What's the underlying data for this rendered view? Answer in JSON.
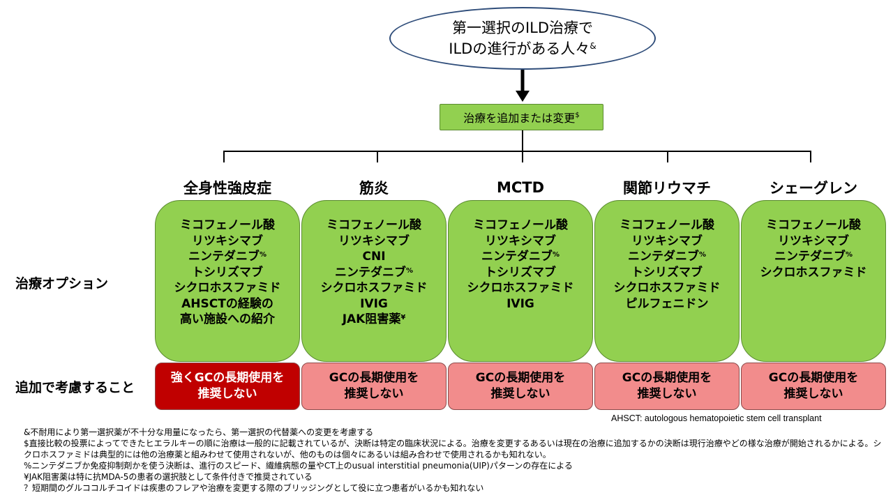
{
  "top_node": {
    "line1": "第一選択のILD治療で",
    "line2": "ILDの進行がある人々",
    "line2_sup": "&"
  },
  "change_node": {
    "label": "治療を追加または変更",
    "sup": "$"
  },
  "row_labels": {
    "options": "治療オプション",
    "consider": "追加で考慮すること"
  },
  "columns": [
    {
      "disease": "全身性強皮症",
      "options": [
        {
          "text": "ミコフェノール酸",
          "sup": ""
        },
        {
          "text": "リツキシマブ",
          "sup": ""
        },
        {
          "text": "ニンテダニブ",
          "sup": "%"
        },
        {
          "text": "トシリズマブ",
          "sup": ""
        },
        {
          "text": "シクロホスファミド",
          "sup": ""
        },
        {
          "text": "AHSCTの経験の",
          "sup": ""
        },
        {
          "text": "高い施設への紹介",
          "sup": ""
        }
      ],
      "consider": [
        "強くGCの長期使用を",
        "推奨しない"
      ],
      "consider_strong": true
    },
    {
      "disease": "筋炎",
      "options": [
        {
          "text": "ミコフェノール酸",
          "sup": ""
        },
        {
          "text": "リツキシマブ",
          "sup": ""
        },
        {
          "text": "CNI",
          "sup": ""
        },
        {
          "text": "ニンテダニブ",
          "sup": "%"
        },
        {
          "text": "シクロホスファミド",
          "sup": ""
        },
        {
          "text": "IVIG",
          "sup": ""
        },
        {
          "text": "JAK阻害薬",
          "sup": "¥"
        }
      ],
      "consider": [
        "GCの長期使用を",
        "推奨しない"
      ],
      "consider_strong": false
    },
    {
      "disease": "MCTD",
      "options": [
        {
          "text": "ミコフェノール酸",
          "sup": ""
        },
        {
          "text": "リツキシマブ",
          "sup": ""
        },
        {
          "text": "ニンテダニブ",
          "sup": "%"
        },
        {
          "text": "トシリズマブ",
          "sup": ""
        },
        {
          "text": "シクロホスファミド",
          "sup": ""
        },
        {
          "text": "IVIG",
          "sup": ""
        }
      ],
      "consider": [
        "GCの長期使用を",
        "推奨しない"
      ],
      "consider_strong": false
    },
    {
      "disease": "関節リウマチ",
      "options": [
        {
          "text": "ミコフェノール酸",
          "sup": ""
        },
        {
          "text": "リツキシマブ",
          "sup": ""
        },
        {
          "text": "ニンテダニブ",
          "sup": "%"
        },
        {
          "text": "トシリズマブ",
          "sup": ""
        },
        {
          "text": "シクロホスファミド",
          "sup": ""
        },
        {
          "text": "ピルフェニドン",
          "sup": ""
        }
      ],
      "consider": [
        "GCの長期使用を",
        "推奨しない"
      ],
      "consider_strong": false
    },
    {
      "disease": "シェーグレン",
      "options": [
        {
          "text": "ミコフェノール酸",
          "sup": ""
        },
        {
          "text": "リツキシマブ",
          "sup": ""
        },
        {
          "text": "ニンテダニブ",
          "sup": "%"
        },
        {
          "text": "シクロホスファミド",
          "sup": ""
        }
      ],
      "consider": [
        "GCの長期使用を",
        "推奨しない"
      ],
      "consider_strong": false
    }
  ],
  "abbreviation_note": "AHSCT: autologous  hematopoietic stem cell transplant",
  "footnotes": [
    "&不耐用により第一選択薬が不十分な用量になったら、第一選択の代替薬への変更を考慮する",
    "$直接比較の投票によってできたヒエラルキーの順に治療は一般的に記載されているが、決断は特定の臨床状況による。治療を変更するあるいは現在の治療に追加するかの決断は現行治療やどの様な治療が開始されるかによる。シクロホスファミドは典型的には他の治療薬と組みわせて使用されないが、他のものは個々にあるいは組み合わせで使用されるかも知れない。",
    "%ニンテダニブか免疫抑制剤かを使う決断は、進行のスピード、繊維病態の量やCT上のusual interstitial pneumonia(UIP)パターンの存在による",
    "¥JAK阻害薬は特に抗MDA-5の患者の選択肢として条件付きで推奨されている",
    "？短期間のグルココルチコイドは疾患のフレアや治療を変更する際のブリッジングとして役に立つ患者がいるかも知れない"
  ],
  "colors": {
    "option_fill": "#92d050",
    "consider_fill": "#f28c8c",
    "consider_strong_fill": "#c00000",
    "oval_border": "#2f4d7a"
  }
}
